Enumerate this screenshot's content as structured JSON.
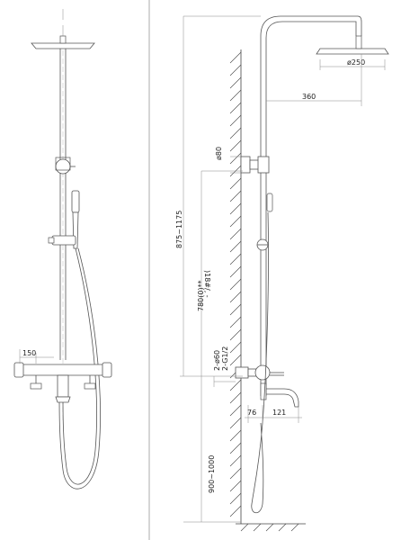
{
  "dimensions": {
    "rain_head_diameter": "ø250",
    "arm_reach": "360",
    "holder_diameter": "ø80",
    "total_height_range": "875~1175",
    "adjustable_length": "780(0)**",
    "rotated_note": ")18#/, -",
    "inlet_spacing": "2-ø60",
    "inlet_thread": "2-G1/2",
    "mixer_offset": "76",
    "spout_length": "121",
    "mixer_height_range": "900~1000",
    "mixer_width": "150"
  }
}
